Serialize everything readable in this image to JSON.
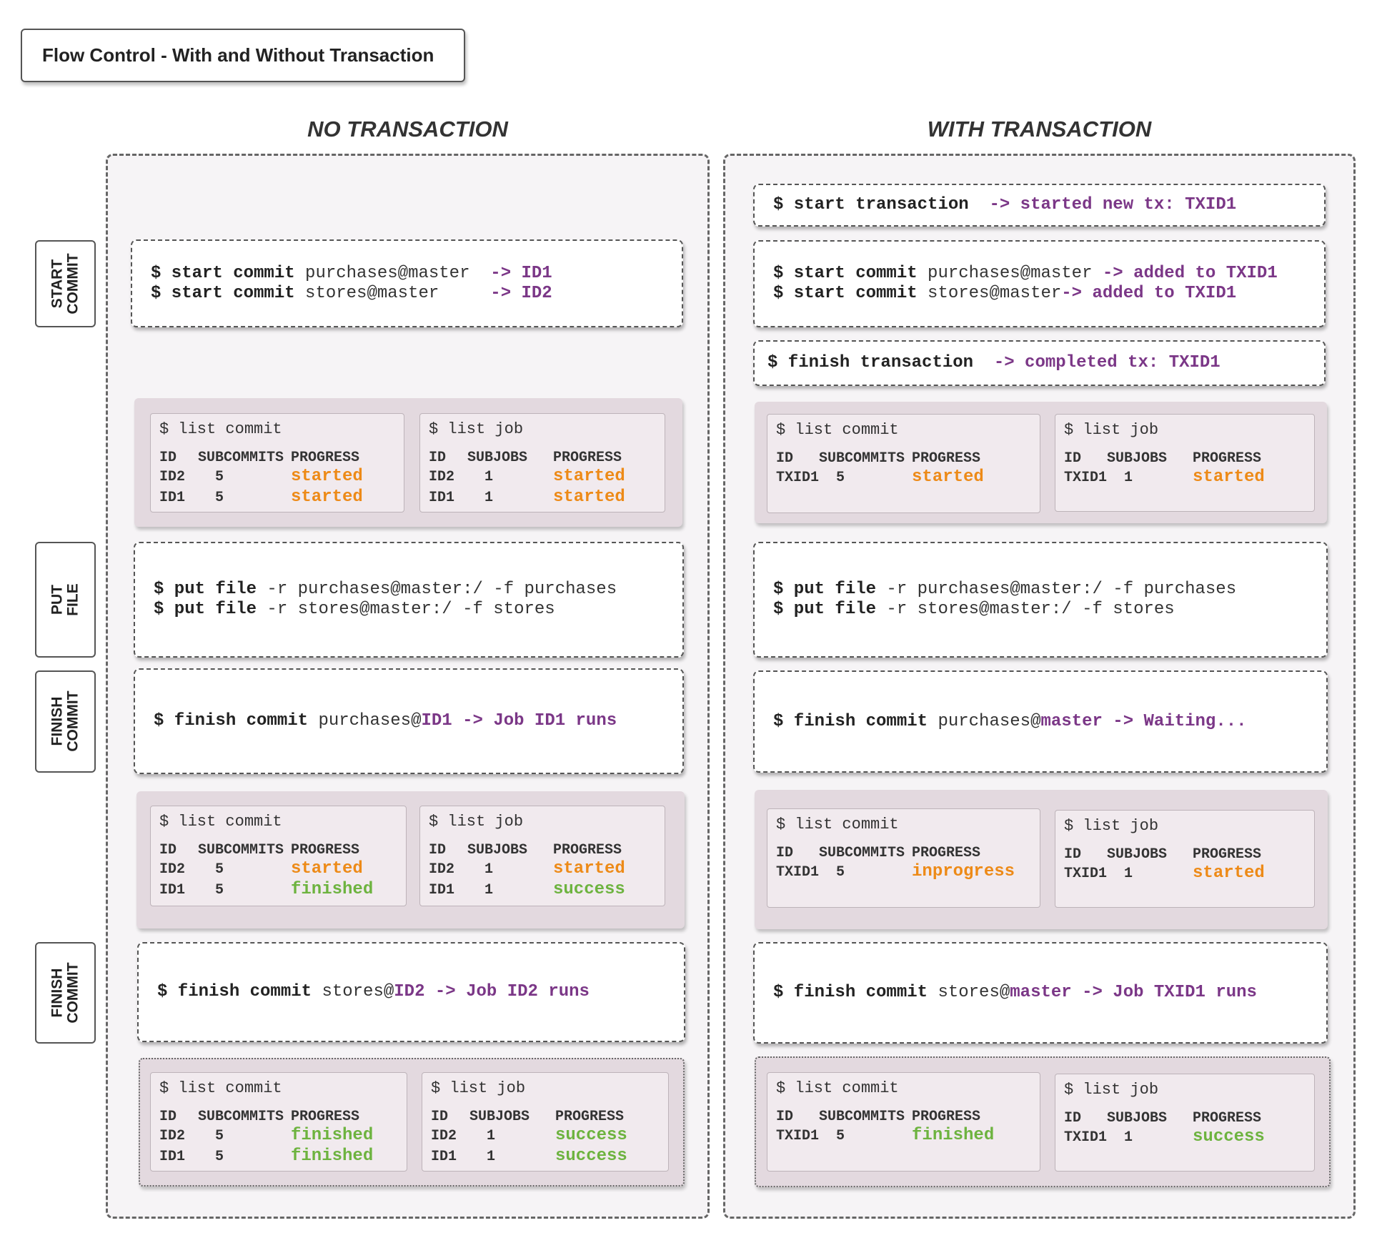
{
  "title": "Flow Control - With and Without Transaction",
  "columns": {
    "left": "NO TRANSACTION",
    "right": "WITH TRANSACTION"
  },
  "side_labels": [
    "START\nCOMMIT",
    "PUT\nFILE",
    "FINISH\nCOMMIT",
    "FINISH\nCOMMIT"
  ],
  "table_headers": {
    "commit": {
      "title": "$ list commit",
      "cols": [
        "ID",
        "SUBCOMMITS",
        "PROGRESS"
      ]
    },
    "job": {
      "title": "$ list job",
      "cols": [
        "ID",
        "SUBJOBS",
        "PROGRESS"
      ]
    }
  },
  "left": {
    "start_commit": [
      {
        "bold": "$ start commit",
        "arg": " purchases@master  ",
        "result": "-> ID1"
      },
      {
        "bold": "$ start commit",
        "arg": " stores@master     ",
        "result": "-> ID2"
      }
    ],
    "put_file": [
      {
        "bold": "$ put file",
        "arg": " -r purchases@master:/ -f purchases"
      },
      {
        "bold": "$ put file",
        "arg": " -r stores@master:/ -f stores"
      }
    ],
    "finish1": {
      "bold": "$ finish commit",
      "arg": " purchases@",
      "ref": "ID1",
      "result": " -> Job ID1 runs"
    },
    "finish2": {
      "bold": "$ finish commit",
      "arg": " stores@",
      "ref": "ID2",
      "result": " -> Job ID2 runs"
    },
    "tables": [
      {
        "commits": [
          {
            "id": "ID2",
            "n": "5",
            "progress": "started",
            "color": "#ed8a17"
          },
          {
            "id": "ID1",
            "n": "5",
            "progress": "started",
            "color": "#ed8a17"
          }
        ],
        "jobs": [
          {
            "id": "ID2",
            "n": "1",
            "progress": "started",
            "color": "#ed8a17"
          },
          {
            "id": "ID1",
            "n": "1",
            "progress": "started",
            "color": "#ed8a17"
          }
        ]
      },
      {
        "commits": [
          {
            "id": "ID2",
            "n": "5",
            "progress": "started",
            "color": "#ed8a17"
          },
          {
            "id": "ID1",
            "n": "5",
            "progress": "finished",
            "color": "#6db33f"
          }
        ],
        "jobs": [
          {
            "id": "ID2",
            "n": "1",
            "progress": "started",
            "color": "#ed8a17"
          },
          {
            "id": "ID1",
            "n": "1",
            "progress": "success",
            "color": "#6db33f"
          }
        ]
      },
      {
        "commits": [
          {
            "id": "ID2",
            "n": "5",
            "progress": "finished",
            "color": "#6db33f"
          },
          {
            "id": "ID1",
            "n": "5",
            "progress": "finished",
            "color": "#6db33f"
          }
        ],
        "jobs": [
          {
            "id": "ID2",
            "n": "1",
            "progress": "success",
            "color": "#6db33f"
          },
          {
            "id": "ID1",
            "n": "1",
            "progress": "success",
            "color": "#6db33f"
          }
        ]
      }
    ]
  },
  "right": {
    "start_tx": {
      "bold": "$ start transaction",
      "result": "  -> started new tx: TXID1"
    },
    "start_commit": [
      {
        "bold": "$ start commit",
        "arg": " purchases@master ",
        "result": "-> added to TXID1"
      },
      {
        "bold": "$ start commit",
        "arg": " stores@master",
        "result": "-> added to TXID1"
      }
    ],
    "finish_tx": {
      "bold": "$ finish transaction",
      "result": "  -> completed tx: TXID1"
    },
    "put_file": [
      {
        "bold": "$ put file",
        "arg": " -r purchases@master:/ -f purchases"
      },
      {
        "bold": "$ put file",
        "arg": " -r stores@master:/ -f stores"
      }
    ],
    "finish1": {
      "bold": "$ finish commit",
      "arg": " purchases@",
      "ref": "master",
      "result": " -> Waiting..."
    },
    "finish2": {
      "bold": "$ finish commit",
      "arg": " stores@",
      "ref": "master",
      "result": " -> Job TXID1 runs"
    },
    "tables": [
      {
        "commits": [
          {
            "id": "TXID1",
            "n": "5",
            "progress": "started",
            "color": "#ed8a17"
          }
        ],
        "jobs": [
          {
            "id": "TXID1",
            "n": "1",
            "progress": "started",
            "color": "#ed8a17"
          }
        ]
      },
      {
        "commits": [
          {
            "id": "TXID1",
            "n": "5",
            "progress": "inprogress",
            "color": "#ed8a17"
          }
        ],
        "jobs": [
          {
            "id": "TXID1",
            "n": "1",
            "progress": "started",
            "color": "#ed8a17"
          }
        ]
      },
      {
        "commits": [
          {
            "id": "TXID1",
            "n": "5",
            "progress": "finished",
            "color": "#6db33f"
          }
        ],
        "jobs": [
          {
            "id": "TXID1",
            "n": "1",
            "progress": "success",
            "color": "#6db33f"
          }
        ]
      }
    ]
  }
}
